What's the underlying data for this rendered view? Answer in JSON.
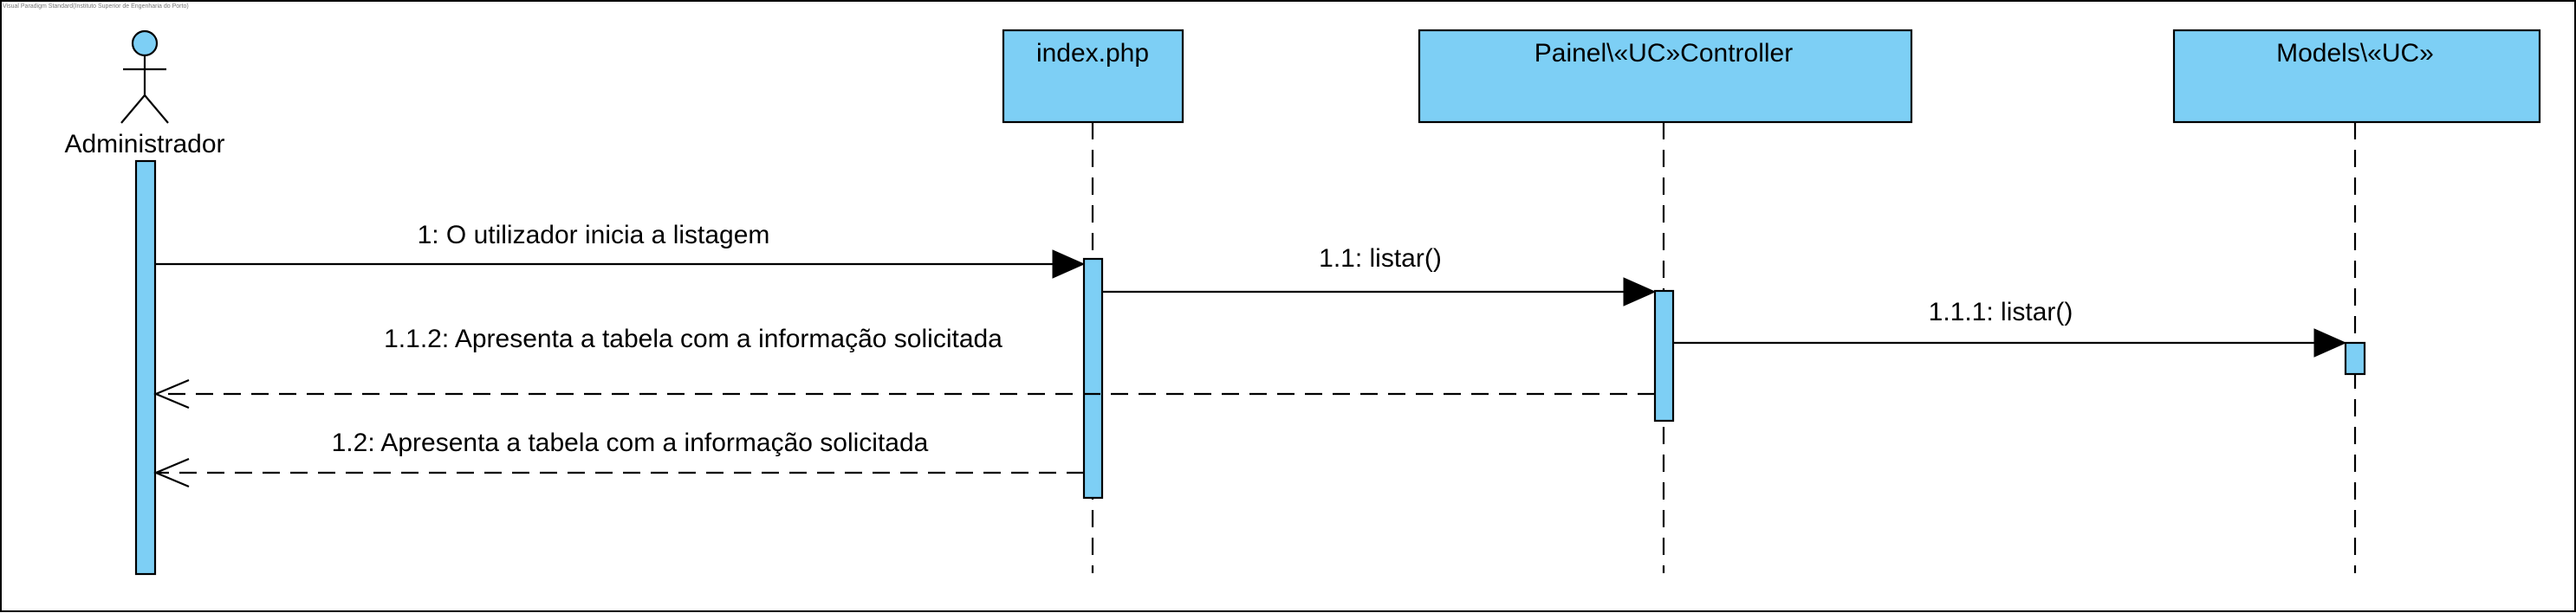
{
  "watermark": "Visual Paradigm Standard(Instituto Superior de Engenharia do Porto)",
  "actor": {
    "name": "Administrador",
    "icon": "stick-figure-icon",
    "head_color": "#7dcff5"
  },
  "participants": [
    {
      "id": "index",
      "name": "index.php"
    },
    {
      "id": "controller",
      "name": "Painel\\«UC»Controller"
    },
    {
      "id": "models",
      "name": "Models\\«UC»"
    }
  ],
  "messages": [
    {
      "id": "m1",
      "label": "1: O utilizador inicia a listagem",
      "from": "Administrador",
      "to": "index.php",
      "kind": "sync"
    },
    {
      "id": "m11",
      "label": "1.1: listar()",
      "from": "index.php",
      "to": "Painel\\«UC»Controller",
      "kind": "sync"
    },
    {
      "id": "m111",
      "label": "1.1.1: listar()",
      "from": "Painel\\«UC»Controller",
      "to": "Models\\«UC»",
      "kind": "sync"
    },
    {
      "id": "m112",
      "label": "1.1.2: Apresenta a tabela com a informação solicitada",
      "from": "Painel\\«UC»Controller",
      "to": "Administrador",
      "kind": "return"
    },
    {
      "id": "m12",
      "label": "1.2: Apresenta a tabela com a informação solicitada",
      "from": "index.php",
      "to": "Administrador",
      "kind": "return"
    }
  ],
  "colors": {
    "fill": "#7dcff5",
    "line": "#000000",
    "background": "#ffffff"
  }
}
